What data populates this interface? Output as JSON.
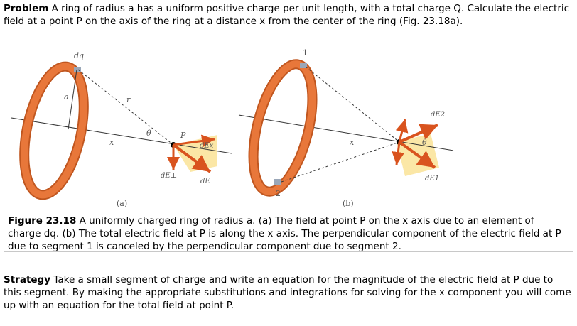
{
  "problem": {
    "label": "Problem",
    "text": " A ring of radius a has a uniform positive charge per unit length, with a total charge Q. Calculate the electric field at a point P on the axis of the ring at a distance x from the center of the ring (Fig. 23.18a)."
  },
  "figure": {
    "panel_a": {
      "label_dq": "dq",
      "label_a": "a",
      "label_r": "r",
      "label_x": "x",
      "label_theta": "θ",
      "label_P": "P",
      "label_dEx": "dEx",
      "label_dEperp": "dE⊥",
      "label_dE": "dE",
      "caption": "(a)"
    },
    "panel_b": {
      "label_1": "1",
      "label_2": "2",
      "label_x": "x",
      "label_theta": "θ",
      "label_dE2": "dE2",
      "label_dE1": "dE1",
      "caption": "(b)"
    },
    "caption": {
      "label": "Figure 23.18",
      "text": " A uniformly charged ring of radius a. (a) The field at point P on the x axis due to an element of charge dq. (b) The total electric field at P is along the x axis. The perpendicular component of the electric field at P due to segment 1 is canceled by the perpendicular component due to segment 2."
    }
  },
  "strategy": {
    "label": "Strategy",
    "text": " Take a small segment of charge and write an equation for the magnitude of the electric field at P due to this segment. By making the appropriate substitutions and integrations for solving for the x component you will come up with an equation for the total field at point P."
  },
  "colors": {
    "ring_fill": "#e8773a",
    "ring_dark": "#c0561f",
    "arrow": "#d9531e",
    "highlight": "#fbe7a6",
    "segment": "#9aa7b8"
  }
}
